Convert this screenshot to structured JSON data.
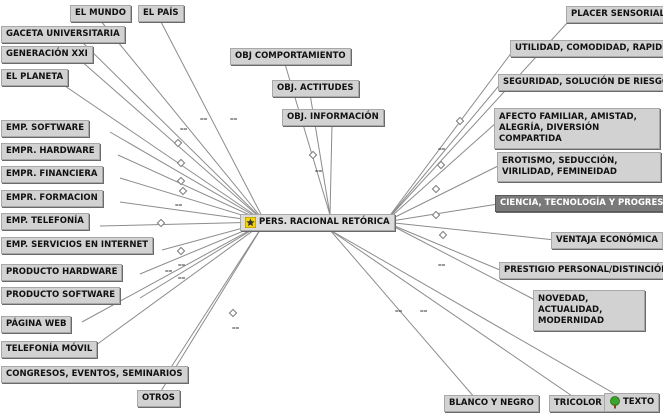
{
  "center_label": "PERS. RACIONAL RETÓRICA",
  "left_nodes": [
    "EL MUNDO",
    "EL PAÍS",
    "GACETA UNIVERSITARIA",
    "GENERACIÓN XXI",
    "EL PLANETA",
    "EMP. SOFTWARE",
    "EMPR. HARDWARE",
    "EMPR. FINANCIERA",
    "EMPR. FORMACION",
    "EMP. TELEFONÍA",
    "EMP. SERVICIOS EN INTERNET",
    "PRODUCTO HARDWARE",
    "PRODUCTO SOFTWARE",
    "PÁGINA WEB",
    "TELEFONÍA MÓVIL",
    "CONGRESOS, EVENTOS, SEMINARIOS",
    "OTROS"
  ],
  "objective_nodes": [
    "OBJ COMPORTAMIENTO",
    "OBJ. ACTITUDES",
    "OBJ. INFORMACIÓN"
  ],
  "right_nodes": [
    "PLACER SENSORIAL",
    "UTILIDAD, COMODIDAD, RAPIDEZ",
    "SEGURIDAD, SOLUCIÓN DE RIESGOS",
    "AFECTO FAMILIAR, AMISTAD, ALEGRÍA, DIVERSIÓN COMPARTIDA",
    "EROTISMO, SEDUCCIÓN, VIRILIDAD, FEMINEIDAD",
    "CIENCIA, TECNOLOGÍA Y PROGRESO",
    "VENTAJA ECONÓMICA",
    "PRESTIGIO PERSONAL/DISTINCIÓN",
    "NOVEDAD, ACTUALIDAD, MODERNIDAD"
  ],
  "bottom_nodes": [
    "BLANCO Y NEGRO",
    "TRICOLOR",
    "TEXTO"
  ],
  "edge_label": "==",
  "icons": {
    "center": "star-icon",
    "texto": "tree-icon"
  },
  "colors": {
    "node_bg": "#d2d2d2",
    "selected_bg": "#7a7a7a",
    "edge": "#8c8c8c"
  }
}
